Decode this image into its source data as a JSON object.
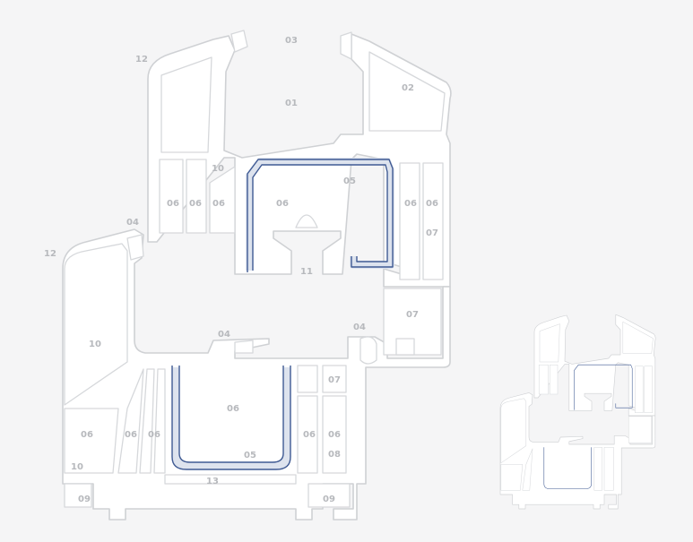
{
  "labels": {
    "c01": "01",
    "c02": "02",
    "c03": "03",
    "c04a": "04",
    "c04b": "04",
    "c04c": "04",
    "c05a": "05",
    "c05b": "05",
    "c06a": "06",
    "c06b": "06",
    "c06c": "06",
    "c06d": "06",
    "c06e": "06",
    "c06f": "06",
    "c06g": "06",
    "c06h": "06",
    "c06i": "06",
    "c06j": "06",
    "c06k": "06",
    "c06l": "06",
    "c07a": "07",
    "c07b": "07",
    "c07c": "07",
    "c08": "08",
    "c09a": "09",
    "c09b": "09",
    "c10a": "10",
    "c10b": "10",
    "c10c": "10",
    "c11": "11",
    "c12a": "12",
    "c12b": "12",
    "c13": "13"
  },
  "colors": {
    "background": "#f5f5f6",
    "profile_outline": "#cfd1d4",
    "label": "#b7b9bd",
    "steel_reinforcement": "#3f5a93"
  }
}
